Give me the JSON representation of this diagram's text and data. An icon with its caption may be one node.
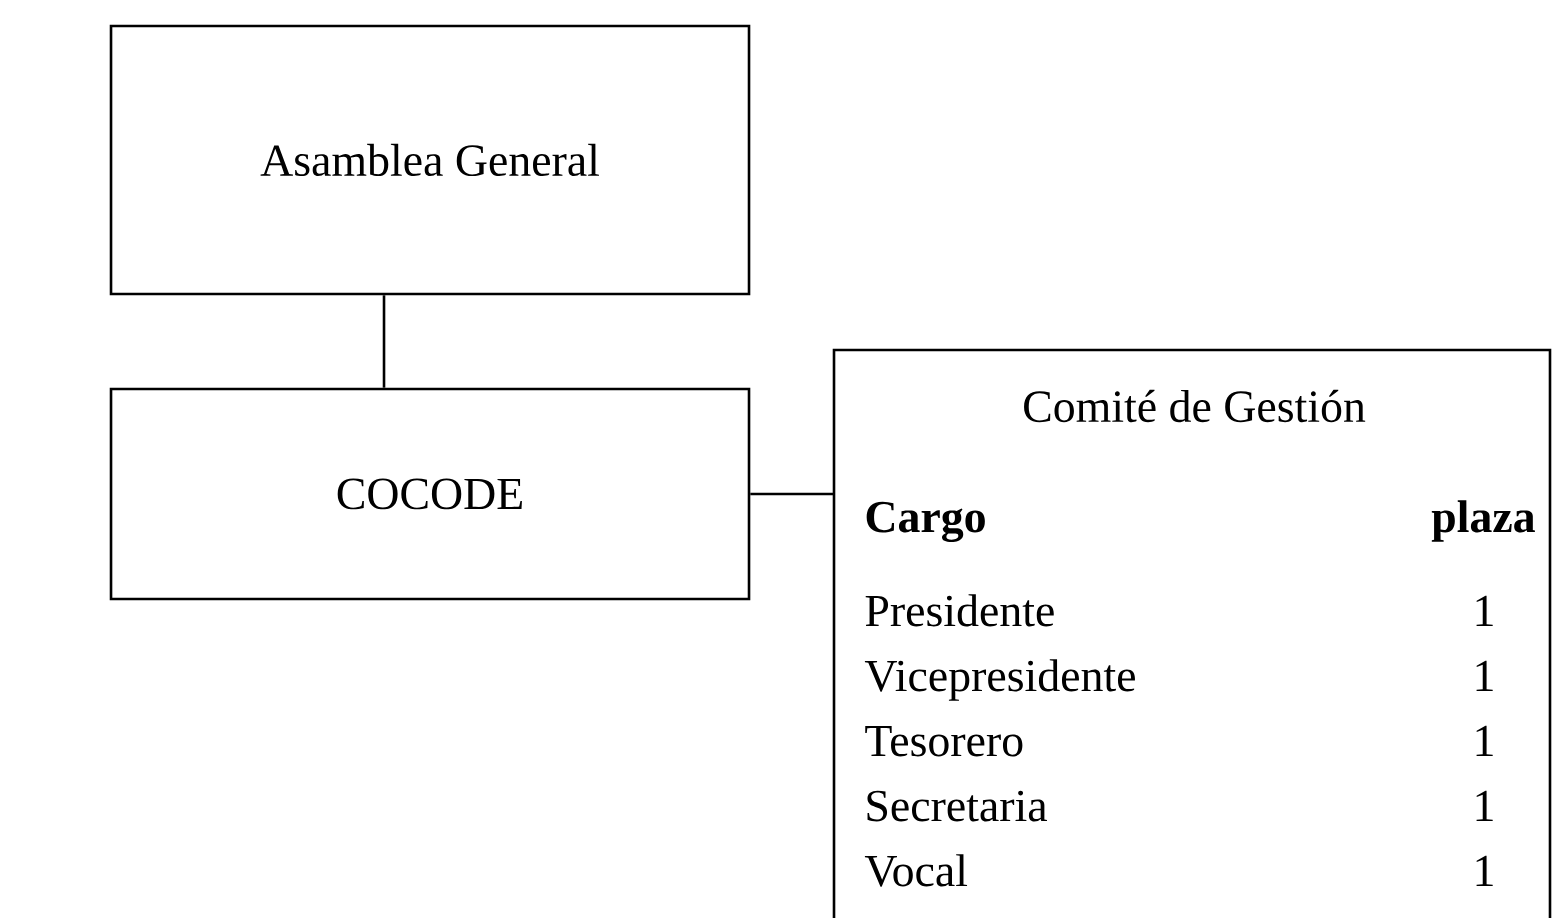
{
  "diagram": {
    "nodes": [
      {
        "text": [
          "Asamblea General"
        ]
      },
      {
        "text": [
          "COCODE"
        ]
      },
      {
        "text": [
          "Comité de Gestión",
          "Cargo",
          "plaza",
          "Presidente",
          "1",
          "Vicepresidente",
          "1",
          "Tesorero",
          "1",
          "Secretaria",
          "1",
          "Vocal",
          "1"
        ]
      }
    ],
    "edges": [
      {
        "from": 0,
        "to": 1,
        "arrow": "none"
      },
      {
        "from": 1,
        "to": 2,
        "arrow": "none"
      }
    ]
  }
}
